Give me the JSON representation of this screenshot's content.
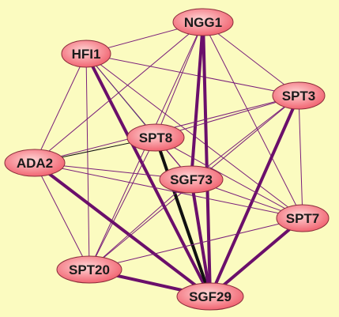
{
  "diagram": {
    "type": "network",
    "colors": {
      "background": "#fbfbc0",
      "node_fill_light": "#ffd6d6",
      "node_fill_dark": "#f05c6a",
      "node_stroke": "#8a2b3a",
      "edge_strong": "#6b0f6b",
      "edge_thin": "#7a1f7a",
      "edge_black": "#111111",
      "edge_teal": "#2a6f6f"
    },
    "nodes": [
      {
        "id": "NGG1",
        "label": "NGG1"
      },
      {
        "id": "HFI1",
        "label": "HFI1"
      },
      {
        "id": "SPT3",
        "label": "SPT3"
      },
      {
        "id": "SPT8",
        "label": "SPT8"
      },
      {
        "id": "ADA2",
        "label": "ADA2"
      },
      {
        "id": "SGF73",
        "label": "SGF73"
      },
      {
        "id": "SPT7",
        "label": "SPT7"
      },
      {
        "id": "SPT20",
        "label": "SPT20"
      },
      {
        "id": "SGF29",
        "label": "SGF29"
      }
    ],
    "edges": [
      {
        "source": "HFI1",
        "target": "NGG1",
        "style": "thin"
      },
      {
        "source": "HFI1",
        "target": "SPT3",
        "style": "thin"
      },
      {
        "source": "HFI1",
        "target": "SPT8",
        "style": "teal"
      },
      {
        "source": "HFI1",
        "target": "ADA2",
        "style": "thin"
      },
      {
        "source": "HFI1",
        "target": "SGF73",
        "style": "thin"
      },
      {
        "source": "HFI1",
        "target": "SPT7",
        "style": "thin"
      },
      {
        "source": "HFI1",
        "target": "SPT20",
        "style": "thin"
      },
      {
        "source": "HFI1",
        "target": "SGF29",
        "style": "strong"
      },
      {
        "source": "NGG1",
        "target": "SPT3",
        "style": "thin"
      },
      {
        "source": "NGG1",
        "target": "SPT8",
        "style": "thin"
      },
      {
        "source": "NGG1",
        "target": "ADA2",
        "style": "thin"
      },
      {
        "source": "NGG1",
        "target": "SGF73",
        "style": "strong"
      },
      {
        "source": "NGG1",
        "target": "SPT7",
        "style": "thin"
      },
      {
        "source": "NGG1",
        "target": "SPT20",
        "style": "thin"
      },
      {
        "source": "NGG1",
        "target": "SGF29",
        "style": "strong"
      },
      {
        "source": "SPT3",
        "target": "SPT8",
        "style": "thin"
      },
      {
        "source": "SPT3",
        "target": "ADA2",
        "style": "thin"
      },
      {
        "source": "SPT3",
        "target": "SGF73",
        "style": "thin"
      },
      {
        "source": "SPT3",
        "target": "SPT7",
        "style": "thin"
      },
      {
        "source": "SPT3",
        "target": "SPT20",
        "style": "thin"
      },
      {
        "source": "SPT3",
        "target": "SGF29",
        "style": "strong"
      },
      {
        "source": "SPT8",
        "target": "ADA2",
        "style": "black"
      },
      {
        "source": "SPT8",
        "target": "SGF73",
        "style": "thin"
      },
      {
        "source": "SPT8",
        "target": "SPT7",
        "style": "thin"
      },
      {
        "source": "SPT8",
        "target": "SPT20",
        "style": "thin"
      },
      {
        "source": "SPT8",
        "target": "SGF29",
        "style": "black-strong"
      },
      {
        "source": "ADA2",
        "target": "SGF73",
        "style": "thin"
      },
      {
        "source": "ADA2",
        "target": "SPT7",
        "style": "thin"
      },
      {
        "source": "ADA2",
        "target": "SPT20",
        "style": "thin"
      },
      {
        "source": "ADA2",
        "target": "SGF29",
        "style": "strong"
      },
      {
        "source": "SGF73",
        "target": "SPT7",
        "style": "thin"
      },
      {
        "source": "SGF73",
        "target": "SPT20",
        "style": "thin"
      },
      {
        "source": "SGF73",
        "target": "SGF29",
        "style": "strong"
      },
      {
        "source": "SPT7",
        "target": "SPT20",
        "style": "thin"
      },
      {
        "source": "SPT7",
        "target": "SGF29",
        "style": "strong"
      },
      {
        "source": "SPT20",
        "target": "SGF29",
        "style": "strong"
      }
    ]
  }
}
